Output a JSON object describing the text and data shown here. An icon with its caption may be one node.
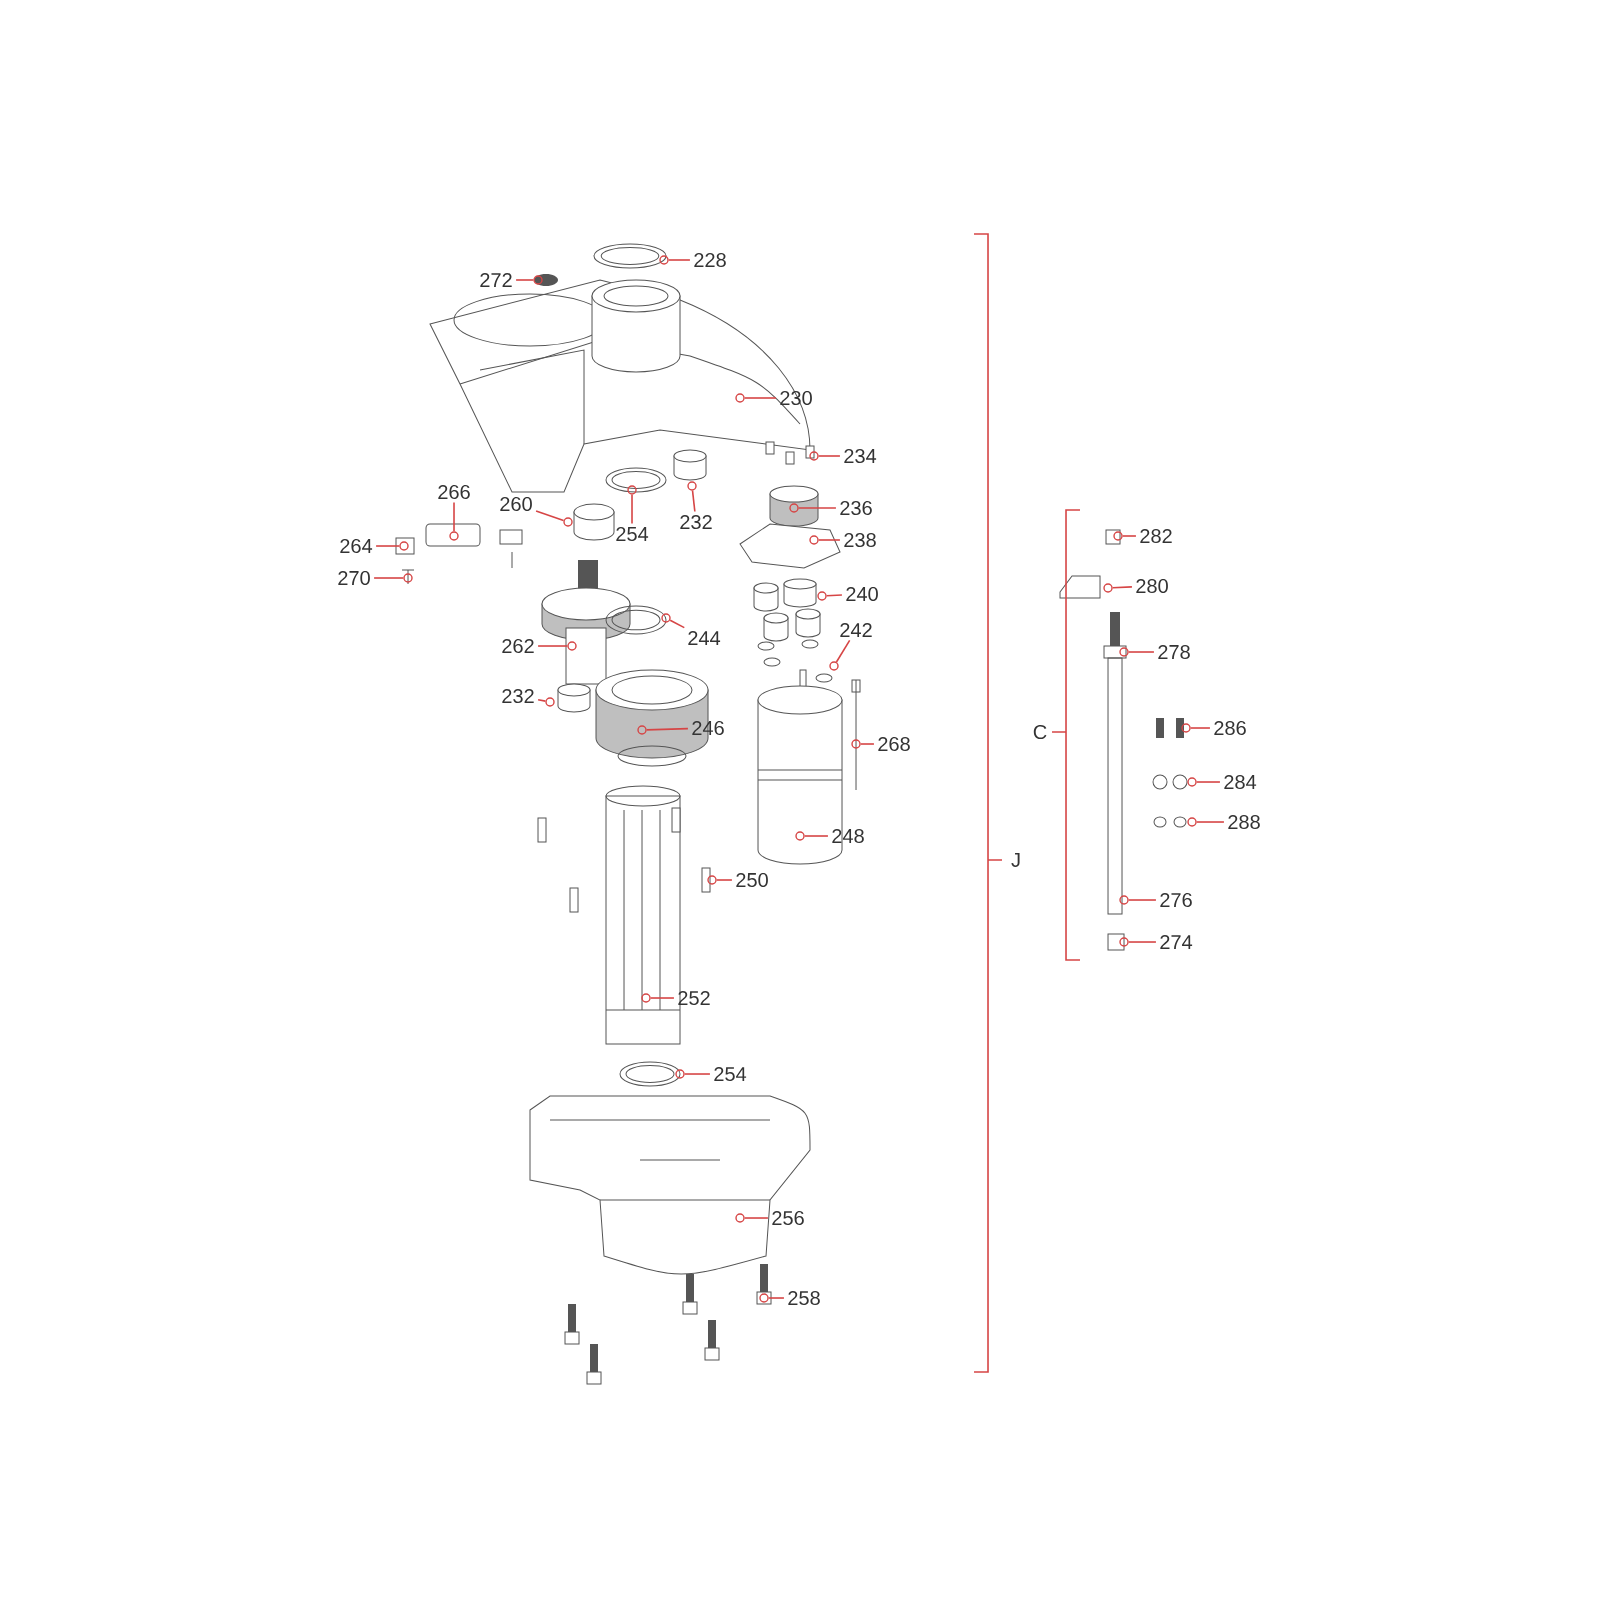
{
  "diagram": {
    "nodes": [
      {
        "text": [
          "228"
        ]
      },
      {
        "text": [
          "272"
        ]
      },
      {
        "text": [
          "230"
        ]
      },
      {
        "text": [
          "234"
        ]
      },
      {
        "text": [
          "266"
        ]
      },
      {
        "text": [
          "260"
        ]
      },
      {
        "text": [
          "236"
        ]
      },
      {
        "text": [
          "232"
        ]
      },
      {
        "text": [
          "254"
        ]
      },
      {
        "text": [
          "238"
        ]
      },
      {
        "text": [
          "264"
        ]
      },
      {
        "text": [
          "270"
        ]
      },
      {
        "text": [
          "240"
        ]
      },
      {
        "text": [
          "244"
        ]
      },
      {
        "text": [
          "242"
        ]
      },
      {
        "text": [
          "262"
        ]
      },
      {
        "text": [
          "232"
        ]
      },
      {
        "text": [
          "246"
        ]
      },
      {
        "text": [
          "268"
        ]
      },
      {
        "text": [
          "248"
        ]
      },
      {
        "text": [
          "250"
        ]
      },
      {
        "text": [
          "252"
        ]
      },
      {
        "text": [
          "254"
        ]
      },
      {
        "text": [
          "256"
        ]
      },
      {
        "text": [
          "258"
        ]
      },
      {
        "text": [
          "282"
        ]
      },
      {
        "text": [
          "280"
        ]
      },
      {
        "text": [
          "278"
        ]
      },
      {
        "text": [
          "286"
        ]
      },
      {
        "text": [
          "284"
        ]
      },
      {
        "text": [
          "288"
        ]
      },
      {
        "text": [
          "276"
        ]
      },
      {
        "text": [
          "274"
        ]
      },
      {
        "text": [],
        "shape": "circle"
      },
      {
        "text": [],
        "shape": "circle"
      },
      {
        "text": [],
        "shape": "circle"
      },
      {
        "text": [],
        "shape": "circle"
      },
      {
        "text": [],
        "shape": "circle"
      },
      {
        "text": [],
        "shape": "circle"
      },
      {
        "text": [],
        "shape": "circle"
      },
      {
        "text": [],
        "shape": "circle"
      },
      {
        "text": [],
        "shape": "circle"
      },
      {
        "text": [],
        "shape": "circle"
      },
      {
        "text": [],
        "shape": "circle"
      },
      {
        "text": [],
        "shape": "circle"
      },
      {
        "text": [],
        "shape": "circle"
      },
      {
        "text": [],
        "shape": "circle"
      },
      {
        "text": [],
        "shape": "circle"
      },
      {
        "text": [],
        "shape": "circle"
      },
      {
        "text": [],
        "shape": "circle"
      },
      {
        "text": [],
        "shape": "circle"
      },
      {
        "text": [],
        "shape": "circle"
      },
      {
        "text": [],
        "shape": "circle"
      },
      {
        "text": [],
        "shape": "circle"
      },
      {
        "text": [],
        "shape": "circle"
      },
      {
        "text": [],
        "shape": "circle"
      },
      {
        "text": [],
        "shape": "circle"
      },
      {
        "text": [],
        "shape": "circle"
      },
      {
        "text": [],
        "shape": "circle"
      },
      {
        "text": [],
        "shape": "circle"
      },
      {
        "text": [],
        "shape": "circle"
      },
      {
        "text": [],
        "shape": "circle"
      },
      {
        "text": [],
        "shape": "circle"
      },
      {
        "text": [],
        "shape": "circle"
      },
      {
        "text": [],
        "shape": "circle"
      },
      {
        "text": [],
        "shape": "circle"
      }
    ],
    "edges": [
      {
        "from": 0,
        "to": 33,
        "arrow": "none"
      },
      {
        "from": 1,
        "to": 34,
        "arrow": "none"
      },
      {
        "from": 2,
        "to": 35,
        "arrow": "none"
      },
      {
        "from": 3,
        "to": 36,
        "arrow": "none"
      },
      {
        "from": 4,
        "to": 37,
        "arrow": "none"
      },
      {
        "from": 5,
        "to": 38,
        "arrow": "none"
      },
      {
        "from": 6,
        "to": 39,
        "arrow": "none"
      },
      {
        "from": 7,
        "to": 40,
        "arrow": "none"
      },
      {
        "from": 8,
        "to": 41,
        "arrow": "none"
      },
      {
        "from": 9,
        "to": 42,
        "arrow": "none"
      },
      {
        "from": 10,
        "to": 43,
        "arrow": "none"
      },
      {
        "from": 11,
        "to": 44,
        "arrow": "none"
      },
      {
        "from": 12,
        "to": 45,
        "arrow": "none"
      },
      {
        "from": 13,
        "to": 46,
        "arrow": "none"
      },
      {
        "from": 14,
        "to": 47,
        "arrow": "none"
      },
      {
        "from": 15,
        "to": 48,
        "arrow": "none"
      },
      {
        "from": 16,
        "to": 49,
        "arrow": "none"
      },
      {
        "from": 17,
        "to": 50,
        "arrow": "none"
      },
      {
        "from": 18,
        "to": 51,
        "arrow": "none"
      },
      {
        "from": 19,
        "to": 52,
        "arrow": "none"
      },
      {
        "from": 20,
        "to": 53,
        "arrow": "none"
      },
      {
        "from": 21,
        "to": 54,
        "arrow": "none"
      },
      {
        "from": 22,
        "to": 55,
        "arrow": "none"
      },
      {
        "from": 23,
        "to": 56,
        "arrow": "none"
      },
      {
        "from": 24,
        "to": 57,
        "arrow": "none"
      },
      {
        "from": 25,
        "to": 58,
        "arrow": "none"
      },
      {
        "from": 26,
        "to": 59,
        "arrow": "none"
      },
      {
        "from": 27,
        "to": 60,
        "arrow": "none"
      },
      {
        "from": 28,
        "to": 61,
        "arrow": "none"
      },
      {
        "from": 29,
        "to": 62,
        "arrow": "none"
      },
      {
        "from": 30,
        "to": 63,
        "arrow": "none"
      },
      {
        "from": 31,
        "to": 64,
        "arrow": "none"
      },
      {
        "from": 32,
        "to": 65,
        "arrow": "none"
      }
    ],
    "labels": [
      "C",
      "J"
    ]
  }
}
